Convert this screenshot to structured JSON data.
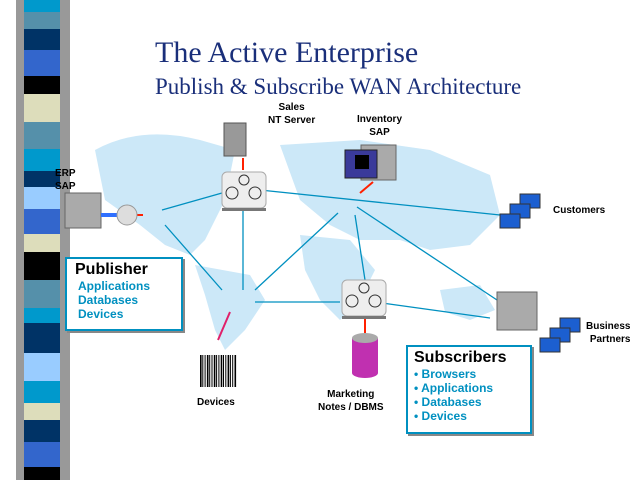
{
  "title": "The Active Enterprise",
  "subtitle": "Publish & Subscribe WAN Architecture",
  "nodes": {
    "sales": "Sales\nNT Server",
    "inventory": "Inventory\nSAP",
    "erp": "ERP\nSAP",
    "customers": "Customers",
    "business": "Business\nPartners",
    "devices": "Devices",
    "marketing": "Marketing\nNotes / DBMS"
  },
  "publisher": {
    "title": "Publisher",
    "items": [
      "Applications",
      "Databases",
      "Devices"
    ]
  },
  "subscribers": {
    "title": "Subscribers",
    "items": [
      "• Browsers",
      "• Applications",
      "• Databases",
      "• Devices"
    ]
  },
  "colors": {
    "title": "#1a2f7a",
    "accent": "#0090c0",
    "map": "#cce8f8"
  }
}
